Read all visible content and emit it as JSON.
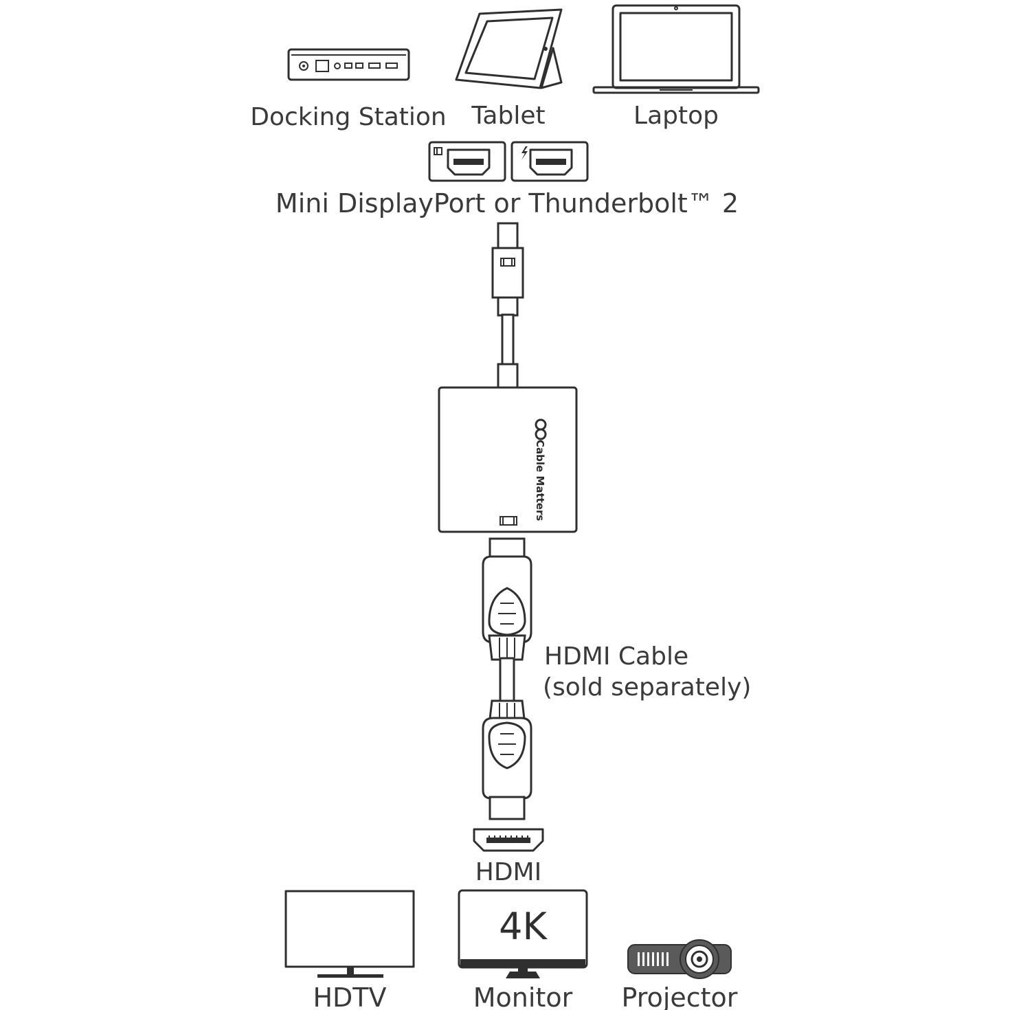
{
  "sources": {
    "docking_station": "Docking Station",
    "tablet": "Tablet",
    "laptop": "Laptop"
  },
  "input_port": "Mini DisplayPort or Thunderbolt™ 2",
  "adapter": {
    "brand": "Cable Matters"
  },
  "cable": {
    "line1": "HDMI Cable",
    "line2": "(sold separately)"
  },
  "output_port": "HDMI",
  "displays": {
    "hdtv": "HDTV",
    "monitor": "Monitor",
    "monitor_badge": "4K",
    "projector": "Projector"
  }
}
